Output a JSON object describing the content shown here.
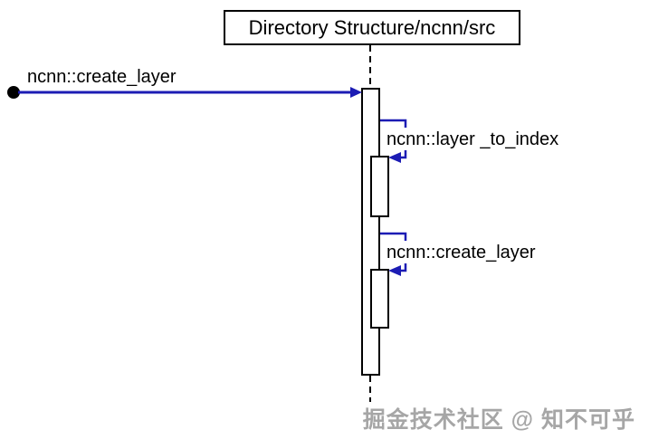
{
  "diagram": {
    "type": "sequence-call-diagram",
    "title_box": {
      "label": "Directory Structure/ncnn/src"
    },
    "entry_call": {
      "label": "ncnn::create_layer",
      "direction": "left-to-right"
    },
    "self_calls": [
      {
        "label": "ncnn::layer _to_index"
      },
      {
        "label": "ncnn::create_layer"
      }
    ],
    "lifeline": {
      "style": "dashed",
      "activation_bars": 3
    }
  },
  "watermark": {
    "text": "掘金技术社区 @ 知不可乎"
  },
  "colors": {
    "background": "#ffffff",
    "call_arrow": "#1c1cb4",
    "lifeline": "#000000",
    "watermark_gray": "#a6a6a6"
  }
}
